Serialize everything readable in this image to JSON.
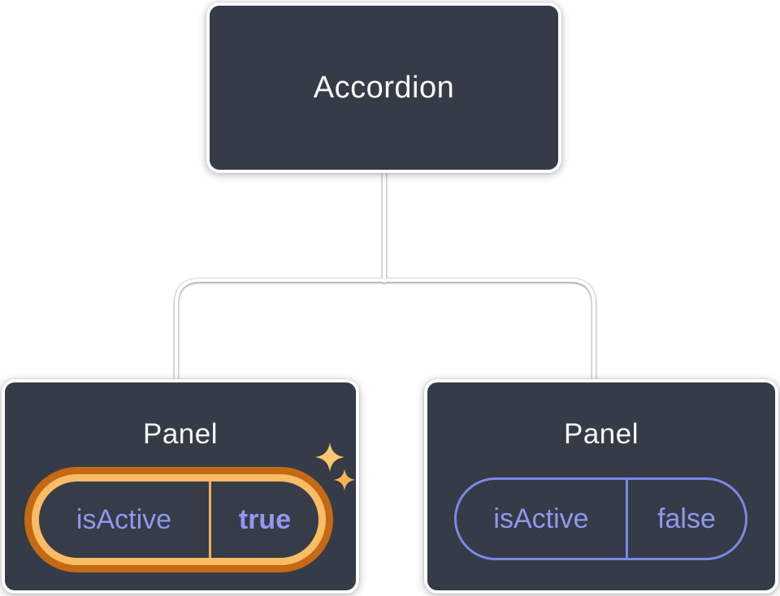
{
  "colors": {
    "background": "#ffffff",
    "node_fill": "#353b47",
    "node_border": "#ffffff",
    "node_text": "#f6f7f9",
    "connector": "#ffffff",
    "state_text": "#8f98ee",
    "state_stroke": "#7d87e8",
    "highlight_ring_outer": "#c56915",
    "highlight_ring_inner": "#fabc64",
    "highlight_divider": "#f2ae58",
    "sparkle_large": "#fcc56f",
    "sparkle_small": "#f7b254"
  },
  "tree": {
    "root": {
      "label": "Accordion"
    },
    "children": [
      {
        "title": "Panel",
        "state": {
          "name": "isActive",
          "value": "true",
          "highlighted": true
        }
      },
      {
        "title": "Panel",
        "state": {
          "name": "isActive",
          "value": "false",
          "highlighted": false
        }
      }
    ]
  },
  "icons": [
    "sparkle-large-icon",
    "sparkle-small-icon"
  ]
}
